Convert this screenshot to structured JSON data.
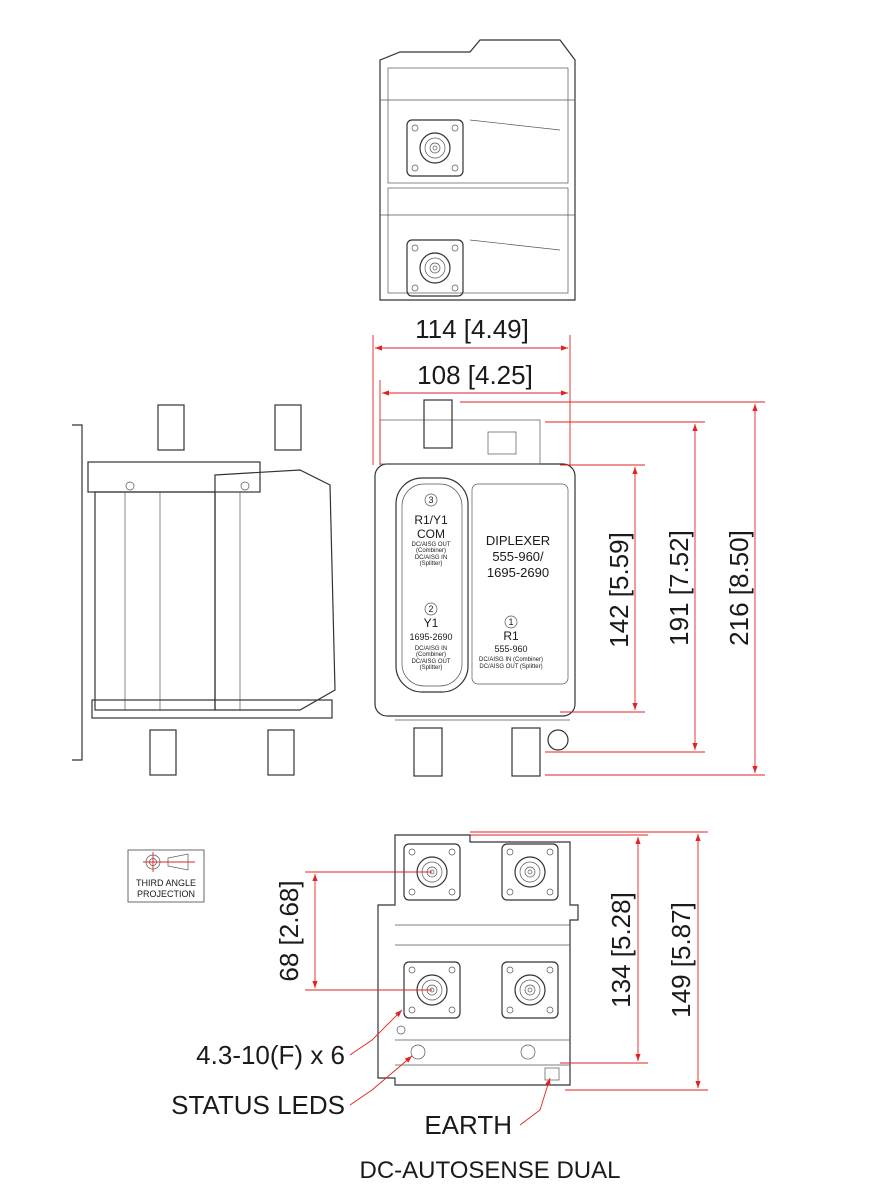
{
  "dimensions": {
    "width_overall": "114 [4.49]",
    "width_body": "108 [4.25]",
    "height_body": "142 [5.59]",
    "height_mid": "191 [7.52]",
    "height_overall": "216 [8.50]",
    "connector_spacing": "68 [2.68]",
    "depth_body": "134 [5.28]",
    "depth_overall": "149 [5.87]"
  },
  "front_label": {
    "port3_num": "3",
    "port3_name": "R1/Y1",
    "port3_sub": "COM",
    "port3_l1": "DC/AISG OUT",
    "port3_l2": "(Combiner)",
    "port3_l3": "DC/AISG IN",
    "port3_l4": "(Splitter)",
    "port2_num": "2",
    "port2_name": "Y1",
    "port2_band": "1695-2690",
    "port2_l1": "DC/AISG IN",
    "port2_l2": "(Combiner)",
    "port2_l3": "DC/AISG OUT",
    "port2_l4": "(Splitter)",
    "title_l1": "DIPLEXER",
    "title_l2": "555-960/",
    "title_l3": "1695-2690",
    "port1_num": "1",
    "port1_name": "R1",
    "port1_band": "555-960",
    "port1_l1": "DC/AISG IN (Combiner)",
    "port1_l2": "DC/AISG OUT (Splitter)"
  },
  "projection": {
    "line1": "THIRD ANGLE",
    "line2": "PROJECTION"
  },
  "callouts": {
    "connectors": "4.3-10(F) x 6",
    "status_leds": "STATUS LEDS",
    "earth": "EARTH"
  },
  "caption": "DC-AUTOSENSE DUAL",
  "colors": {
    "dimension": "#e32222",
    "line": "#333333"
  }
}
